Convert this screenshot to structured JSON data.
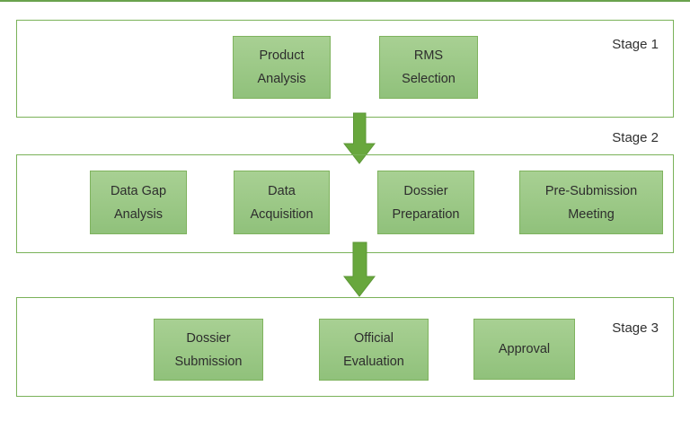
{
  "theme": {
    "page_bg": "#ffffff",
    "top_line_color": "#69a24d",
    "container_border": "#7ab259",
    "box_border": "#7fb35e",
    "box_fill_top": "#a8d093",
    "box_fill_bottom": "#90c17b",
    "arrow_fill": "#68a73d",
    "arrow_stroke": "#5d9737",
    "text_color": "#2f2f2f"
  },
  "diagram": {
    "stages": [
      {
        "label": "Stage 1",
        "boxes": [
          {
            "lines": [
              "Product",
              "Analysis"
            ]
          },
          {
            "lines": [
              "RMS",
              "Selection"
            ]
          }
        ]
      },
      {
        "label": "Stage 2",
        "boxes": [
          {
            "lines": [
              "Data Gap",
              "Analysis"
            ]
          },
          {
            "lines": [
              "Data",
              "Acquisition"
            ]
          },
          {
            "lines": [
              "Dossier",
              "Preparation"
            ]
          },
          {
            "lines": [
              "Pre-Submission",
              "Meeting"
            ]
          }
        ]
      },
      {
        "label": "Stage 3",
        "boxes": [
          {
            "lines": [
              "Dossier",
              "Submission"
            ]
          },
          {
            "lines": [
              "Official",
              "Evaluation"
            ]
          },
          {
            "lines": [
              "Approval"
            ]
          }
        ]
      }
    ]
  }
}
